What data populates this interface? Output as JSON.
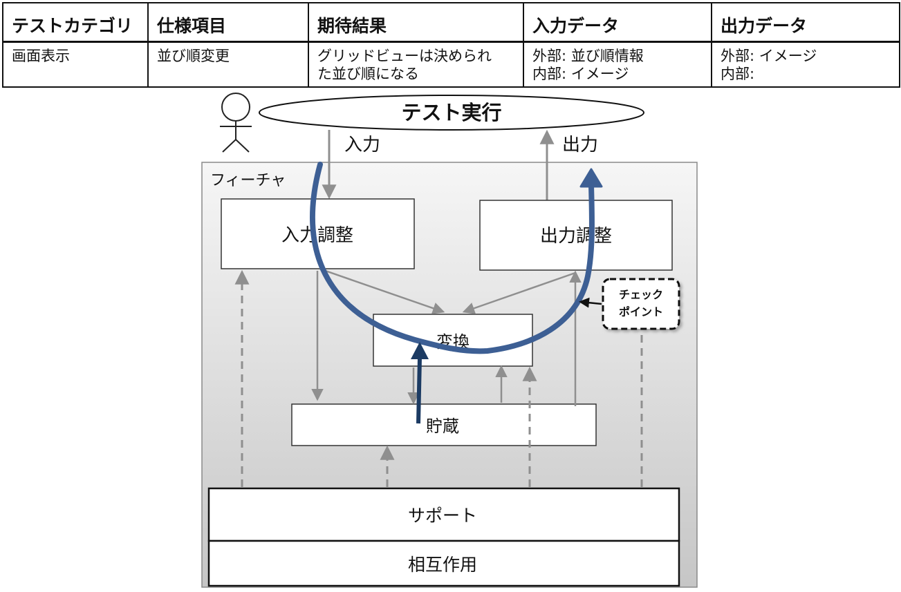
{
  "table": {
    "headers": [
      "テストカテゴリ",
      "仕様項目",
      "期待結果",
      "入力データ",
      "出力データ"
    ],
    "row": {
      "category": "画面表示",
      "spec_item": "並び順変更",
      "expected": [
        "グリッドビューは決められ",
        "た並び順になる"
      ],
      "input_data": [
        "外部: 並び順情報",
        "内部: イメージ"
      ],
      "output_data": [
        "外部: イメージ",
        "内部:"
      ]
    }
  },
  "diagram": {
    "test_execution": "テスト実行",
    "input_label": "入力",
    "output_label": "出力",
    "feature_label": "フィーチャ",
    "input_adjust": "入力調整",
    "output_adjust": "出力調整",
    "transform": "変換",
    "storage": "貯蔵",
    "checkpoint": [
      "チェック",
      "ポイント"
    ],
    "support": "サポート",
    "interaction": "相互作用"
  },
  "colors": {
    "flow_curve": "#3d5f94",
    "flow_arrow": "#1c3b63",
    "connector": "#8f8f8f",
    "frame_top": "#f6f6f6",
    "frame_bottom": "#c6c6c6"
  }
}
